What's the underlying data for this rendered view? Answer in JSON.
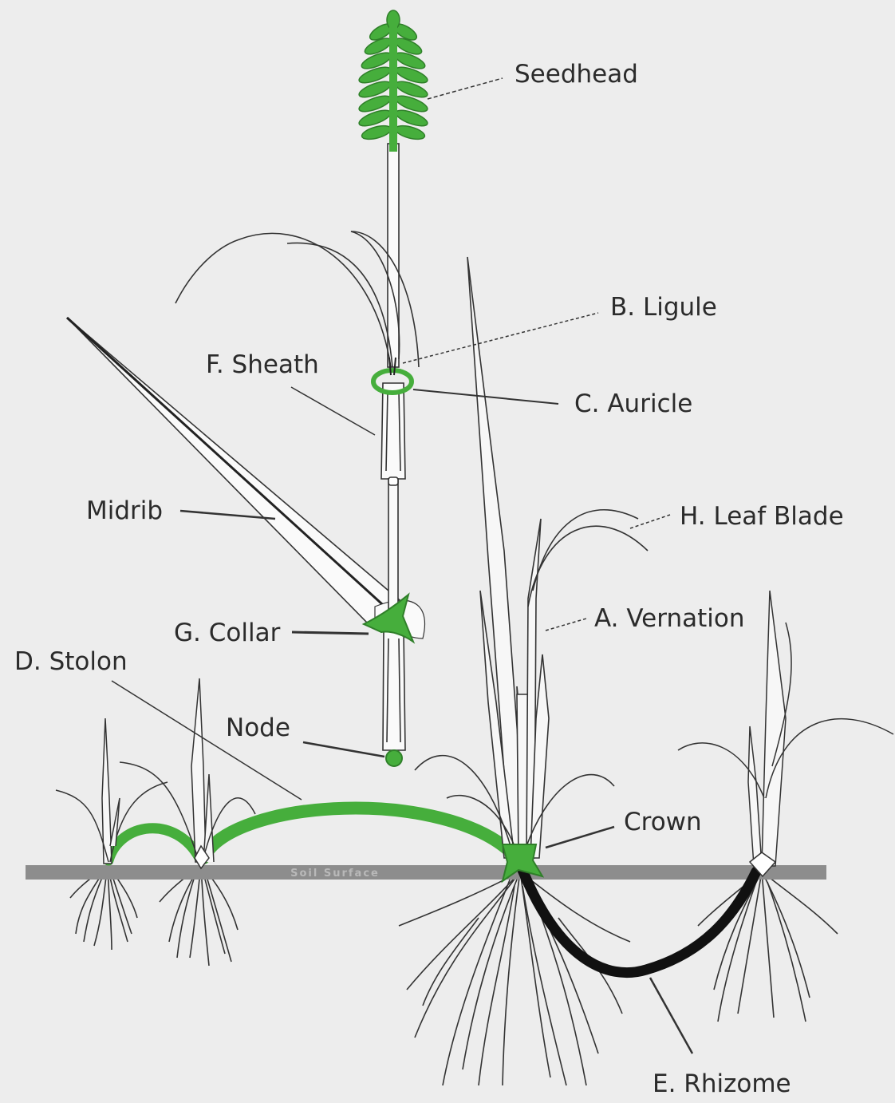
{
  "colors": {
    "background": "#ededed",
    "green": "#46ae3c",
    "dark_green": "#2f7f29",
    "soil": "#8d8d8d",
    "rhizome": "#111111",
    "outline": "#3a3a3a"
  },
  "labels": {
    "seedhead": "Seedhead",
    "ligule": "B. Ligule",
    "auricle": "C. Auricle",
    "sheath": "F. Sheath",
    "midrib": "Midrib",
    "leaf_blade": "H. Leaf Blade",
    "vernation": "A. Vernation",
    "collar": "G. Collar",
    "stolon": "D. Stolon",
    "node": "Node",
    "crown": "Crown",
    "rhizome": "E. Rhizome",
    "soil_surface": "Soil Surface"
  }
}
